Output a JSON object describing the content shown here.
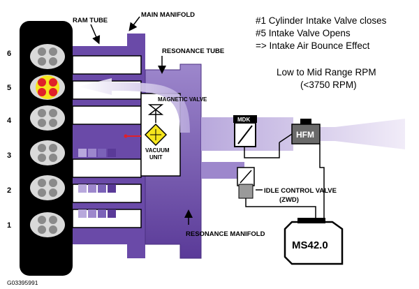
{
  "labels": {
    "ram_tube": "RAM TUBE",
    "main_manifold": "MAIN MANIFOLD",
    "resonance_tube": "RESONANCE TUBE",
    "magnetic_valve": "MAGNETIC VALVE",
    "vacuum_unit_line1": "VACUUM",
    "vacuum_unit_line2": "UNIT",
    "mdk": "MDK",
    "hfm": "HFM",
    "idle_control_valve": "IDLE CONTROL VALVE",
    "zwd": "(ZWD)",
    "resonance_manifold": "RESONANCE MANIFOLD",
    "ecu": "MS42.0",
    "figure_id": "G03395991"
  },
  "notes": {
    "line1": "#1 Cylinder Intake Valve closes",
    "line2": "#5 Intake Valve Opens",
    "line3": "=> Intake Air Bounce Effect",
    "rpm_line1": "Low to Mid Range RPM",
    "rpm_line2": "(<3750 RPM)"
  },
  "cylinders": [
    "6",
    "5",
    "4",
    "3",
    "2",
    "1"
  ],
  "active_cylinder": "5",
  "colors": {
    "engine_block": "#000000",
    "cylinder_fill": "#d9d9d9",
    "valve_normal": "#8a8a8a",
    "active_ring": "#f5e51d",
    "active_valve": "#e0202a",
    "manifold_dark": "#6a4aa8",
    "manifold_light": "#b8a8dc",
    "intake_pale": "#dcd2ee",
    "vacuum_unit": "#f5e51d",
    "pressure_dot": "#e0202a"
  }
}
